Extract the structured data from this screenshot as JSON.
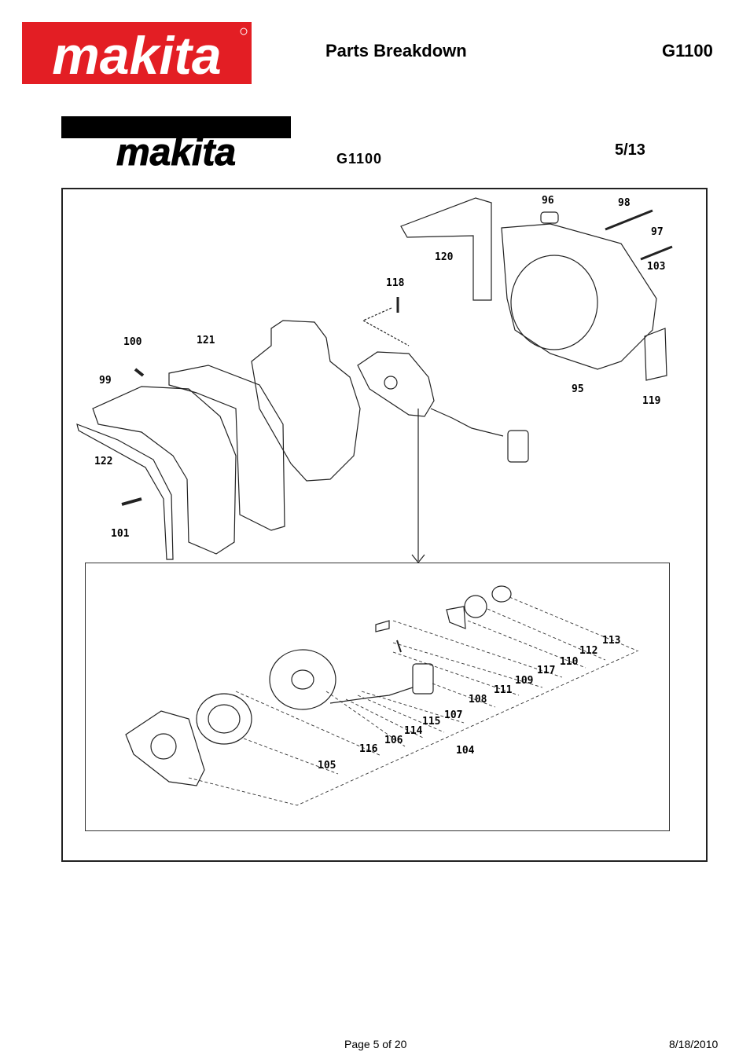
{
  "header": {
    "brand": "makita",
    "title": "Parts Breakdown",
    "model": "G1100"
  },
  "sheet": {
    "brand": "makita",
    "model": "G1100",
    "page": "5/13"
  },
  "parts": {
    "p95": "95",
    "p96": "96",
    "p97": "97",
    "p98": "98",
    "p99": "99",
    "p100": "100",
    "p101": "101",
    "p103": "103",
    "p104": "104",
    "p105": "105",
    "p106": "106",
    "p107": "107",
    "p108": "108",
    "p109": "109",
    "p110": "110",
    "p111": "111",
    "p112": "112",
    "p113": "113",
    "p114": "114",
    "p115": "115",
    "p116": "116",
    "p117": "117",
    "p118": "118",
    "p119": "119",
    "p120": "120",
    "p121": "121",
    "p122": "122"
  },
  "footer": {
    "page": "Page 5 of 20",
    "date": "8/18/2010"
  },
  "colors": {
    "brand_red": "#e31e24",
    "ink": "#000000"
  }
}
